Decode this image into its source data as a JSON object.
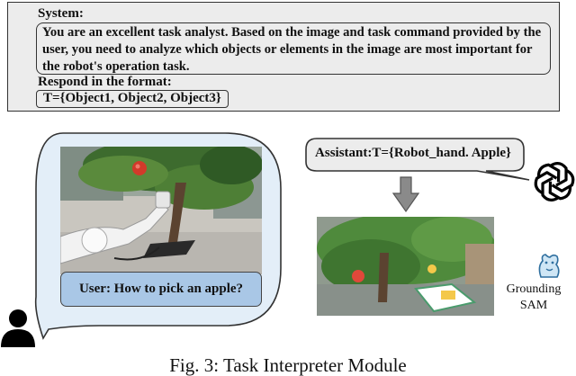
{
  "system": {
    "title": "System:",
    "prompt": "You are an excellent task analyst. Based on the image and task command provided by the user, you need to analyze which objects or elements in the image are most important for the robot's operation task.",
    "format_label": "Respond in the format:",
    "format_example": "T={Object1, Object2, Object3}"
  },
  "user": {
    "query": "User: How to pick an apple?",
    "icon": "person-icon"
  },
  "assistant": {
    "response": "Assistant:T={Robot_hand. Apple}",
    "icon": "openai-logo-icon"
  },
  "grounding": {
    "label_line1": "Grounding",
    "label_line2": "SAM",
    "icon": "sam-bear-logo-icon"
  },
  "caption": "Fig. 3: Task Interpreter Module",
  "colors": {
    "system_box": "#ececec",
    "user_bubble": "#e3eef8",
    "user_query_box": "#a9c7e6",
    "assistant_bubble": "#ececec",
    "arrow": "#8a8a8a"
  }
}
